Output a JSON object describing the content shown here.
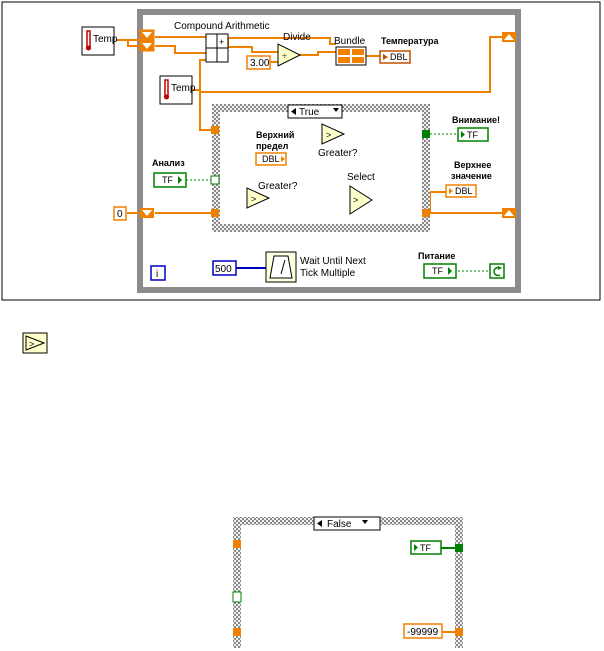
{
  "main_diagram": {
    "temp_subvi_1": "Temp",
    "temp_subvi_2": "Temp",
    "compound_arithmetic_label": "Compound Arithmetic",
    "compound_plus": "+",
    "divide_label": "Divide",
    "divide_constant": "3.00",
    "bundle_label": "Bundle",
    "temperatura_label": "Температура",
    "temperatura_indicator": "DBL",
    "case_selector": "True",
    "verkhny_predel_label_1": "Верхний",
    "verkhny_predel_label_2": "предел",
    "verkhny_predel_control": "DBL",
    "greater_label_top": "Greater?",
    "greater_label_bottom": "Greater?",
    "select_label": "Select",
    "vnimanie_label": "Внимание!",
    "vnimanie_indicator": "TF",
    "verkhnee_znachenie_label_1": "Верхнее",
    "verkhnee_znachenie_label_2": "значение",
    "verkhnee_znachenie_indicator": "DBL",
    "analiz_label": "Анализ",
    "analiz_control": "TF",
    "zero_constant": "0",
    "wait_constant": "500",
    "wait_label_1": "Wait Until Next",
    "wait_label_2": "Tick Multiple",
    "pitanie_label": "Питание",
    "pitanie_control": "TF",
    "loop_iteration": "i"
  },
  "false_case": {
    "case_selector": "False",
    "indicator": "TF",
    "constant": "-99999"
  },
  "colors": {
    "numeric_wire": "#f08000",
    "boolean_wire": "#008000",
    "integer_wire": "#0000c0",
    "loop_frame": "#8c8c8c"
  }
}
